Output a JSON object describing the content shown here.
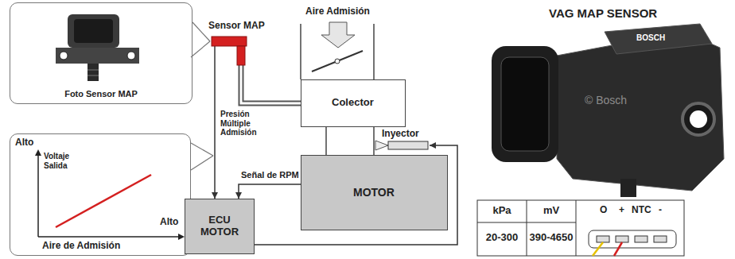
{
  "diagram": {
    "nodes": [
      {
        "text": [
          "Foto Sensor MAP"
        ]
      },
      {
        "text": [
          "Alto",
          "Voltaje Salida",
          "Alto",
          "Aire de Admisión"
        ]
      },
      {
        "text": [
          "Sensor MAP"
        ]
      },
      {
        "text": [
          "Colector"
        ]
      },
      {
        "text": [
          "Inyector"
        ]
      },
      {
        "text": [
          "ECU MOTOR"
        ]
      },
      {
        "text": [
          "MOTOR"
        ]
      }
    ],
    "edges": [
      {
        "from": 0,
        "to": 2,
        "arrow": "none"
      },
      {
        "from": 2,
        "to": 3,
        "arrow": "none"
      },
      {
        "from": 2,
        "to": 5,
        "arrow": "to",
        "label": "Presión Múltiple Admisión"
      },
      {
        "from": 6,
        "to": 5,
        "arrow": "to",
        "label": "Señal de RPM"
      },
      {
        "from": 5,
        "to": 4,
        "arrow": "to"
      }
    ],
    "labels": [
      "Aire Admisión",
      "VAG MAP SENSOR",
      "BOSCH",
      "© Bosch",
      "kPa",
      "mV",
      "20-300",
      "390-4650",
      "O",
      "+",
      "NTC",
      "-"
    ]
  }
}
